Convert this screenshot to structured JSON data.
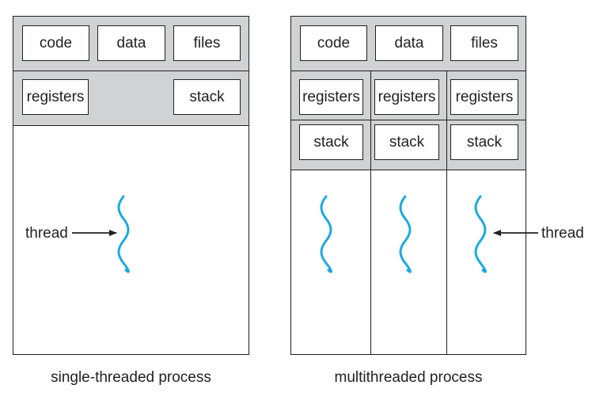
{
  "single": {
    "code": "code",
    "data": "data",
    "files": "files",
    "registers": "registers",
    "stack": "stack",
    "thread_label": "thread",
    "caption": "single-threaded process"
  },
  "multi": {
    "code": "code",
    "data": "data",
    "files": "files",
    "threads": [
      {
        "registers": "registers",
        "stack": "stack"
      },
      {
        "registers": "registers",
        "stack": "stack"
      },
      {
        "registers": "registers",
        "stack": "stack"
      }
    ],
    "thread_label": "thread",
    "caption": "multithreaded process"
  },
  "colors": {
    "thread": "#1ba9e1",
    "shared_area": "#d1d2d4",
    "line": "#231f20"
  },
  "icons": {
    "thread": "wavy-thread-icon",
    "arrow": "arrow-right-icon"
  }
}
